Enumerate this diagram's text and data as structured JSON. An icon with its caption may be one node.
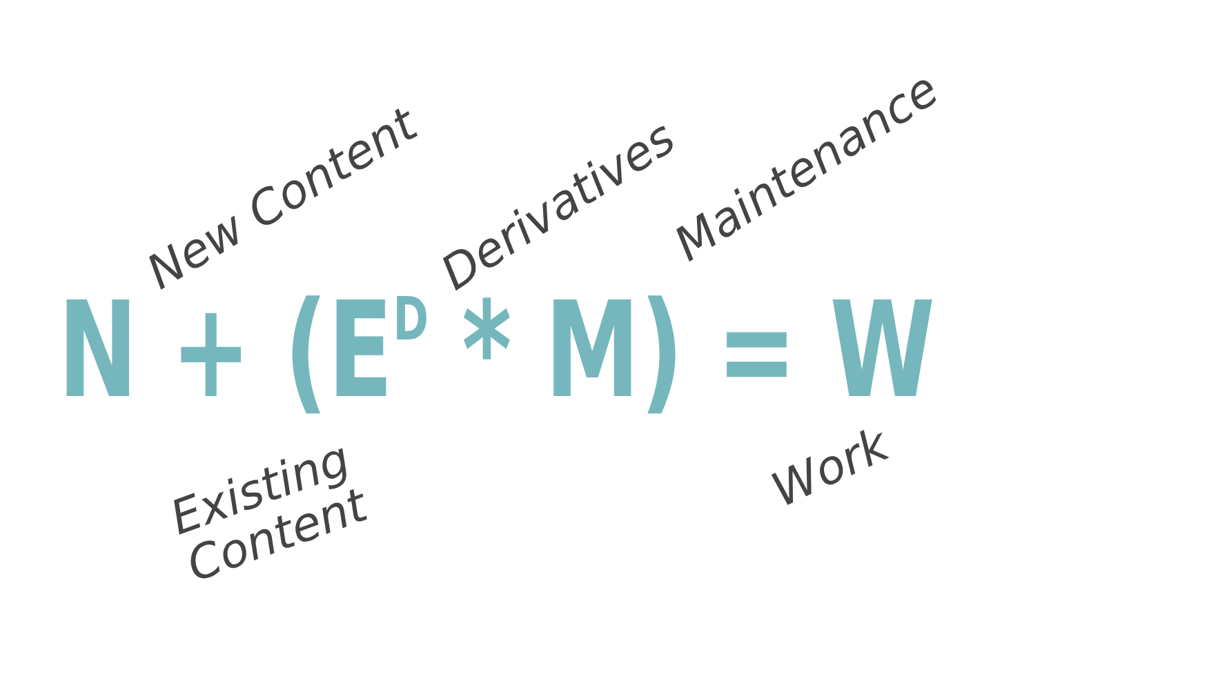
{
  "diagram": {
    "labels": [
      "New Content",
      "Derivatives",
      "Maintenance",
      "N + (E$^{D}$ * M) = W",
      "Existing Content",
      "Work"
    ]
  }
}
